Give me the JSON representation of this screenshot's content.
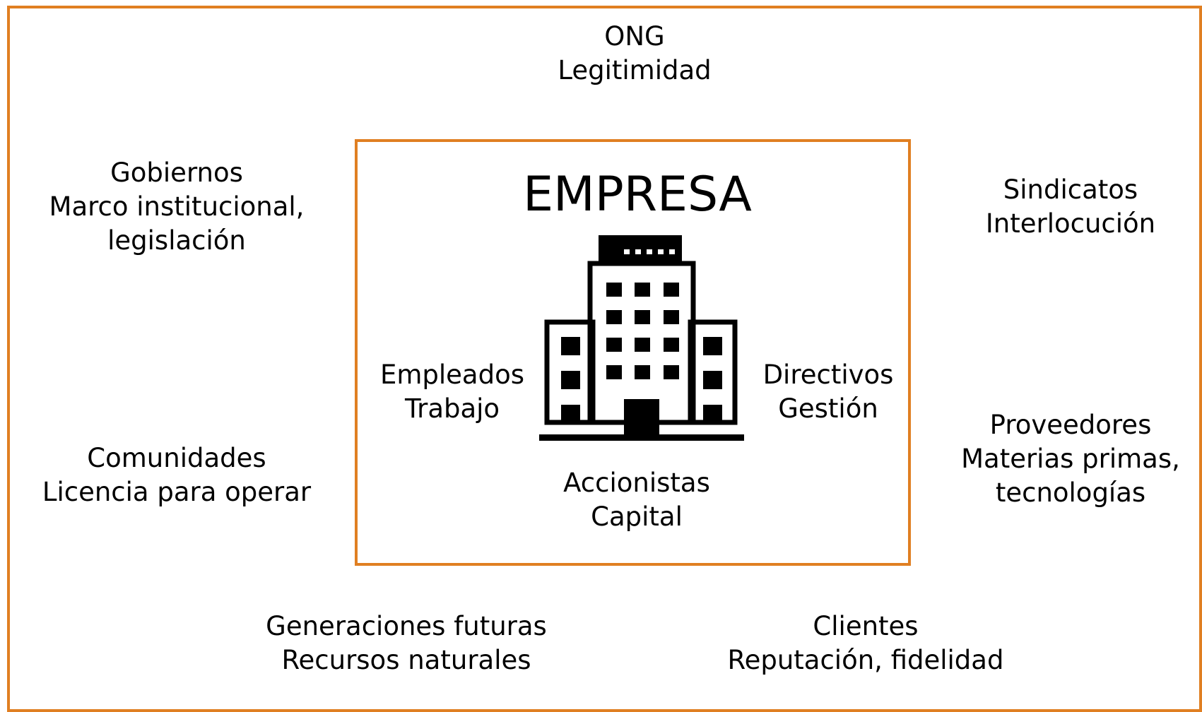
{
  "colors": {
    "frame": "#E07F22",
    "text": "#000000",
    "background": "#FFFFFF"
  },
  "center": {
    "title": "EMPRESA",
    "icon": "office-building-icon"
  },
  "stakeholders": {
    "ong": {
      "name": "ONG",
      "value": "Legitimidad"
    },
    "gobiernos": {
      "name": "Gobiernos",
      "value_line1": "Marco institucional,",
      "value_line2": "legislación"
    },
    "sindicatos": {
      "name": "Sindicatos",
      "value": "Interlocución"
    },
    "comunidades": {
      "name": "Comunidades",
      "value": "Licencia para operar"
    },
    "proveedores": {
      "name": "Proveedores",
      "value_line1": "Materias primas,",
      "value_line2": "tecnologías"
    },
    "generaciones": {
      "name": "Generaciones futuras",
      "value": "Recursos naturales"
    },
    "clientes": {
      "name": "Clientes",
      "value": "Reputación, fidelidad"
    }
  },
  "internal": {
    "empleados": {
      "name": "Empleados",
      "value": "Trabajo"
    },
    "directivos": {
      "name": "Directivos",
      "value": "Gestión"
    },
    "accionistas": {
      "name": "Accionistas",
      "value": "Capital"
    }
  }
}
